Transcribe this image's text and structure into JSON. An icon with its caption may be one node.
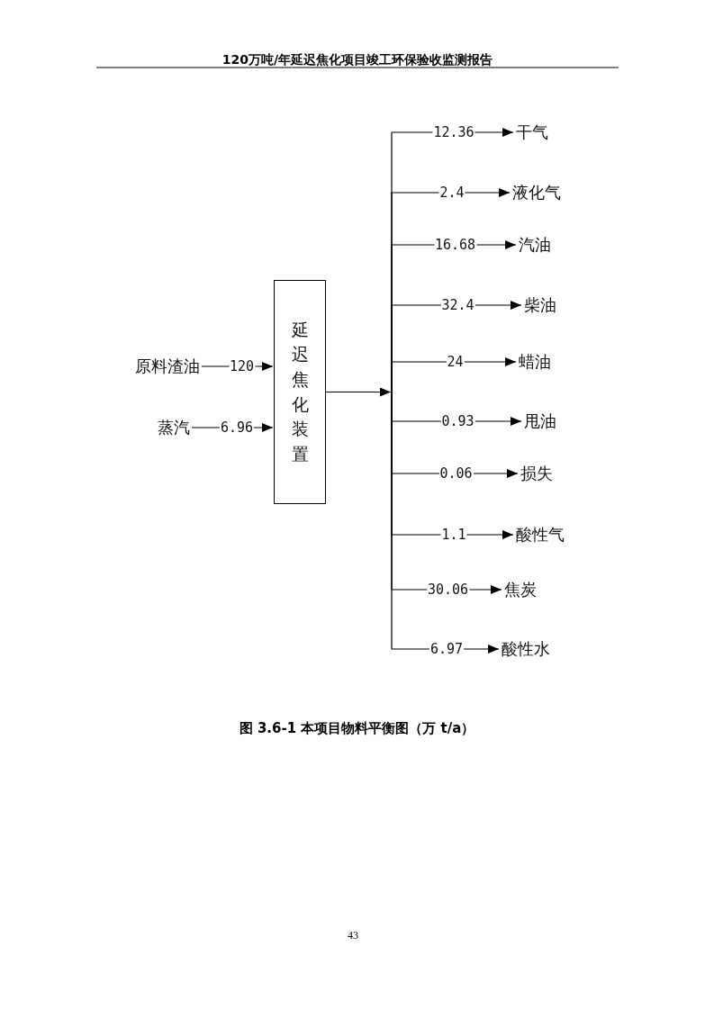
{
  "diagram": {
    "caption": "图 3.6-1 本项目物料平衡图（万 t/a）",
    "nodes": [
      {
        "text": [
          "原料渣油"
        ]
      },
      {
        "text": [
          "蒸汽"
        ]
      },
      {
        "text": [
          "延迟焦化装置"
        ]
      },
      {
        "text": [
          "干气"
        ]
      },
      {
        "text": [
          "液化气"
        ]
      },
      {
        "text": [
          "汽油"
        ]
      },
      {
        "text": [
          "柴油"
        ]
      },
      {
        "text": [
          "蜡油"
        ]
      },
      {
        "text": [
          "甩油"
        ]
      },
      {
        "text": [
          "损失"
        ]
      },
      {
        "text": [
          "酸性气"
        ]
      },
      {
        "text": [
          "焦炭"
        ]
      },
      {
        "text": [
          "酸性水"
        ]
      }
    ],
    "edges": [
      {
        "from": 0,
        "to": 2,
        "arrow": "to",
        "label": "120"
      },
      {
        "from": 1,
        "to": 2,
        "arrow": "to",
        "label": "6.96"
      },
      {
        "from": 2,
        "to": 3,
        "arrow": "to",
        "label": "12.36"
      },
      {
        "from": 2,
        "to": 4,
        "arrow": "to",
        "label": "2.4"
      },
      {
        "from": 2,
        "to": 5,
        "arrow": "to",
        "label": "16.68"
      },
      {
        "from": 2,
        "to": 6,
        "arrow": "to",
        "label": "32.4"
      },
      {
        "from": 2,
        "to": 7,
        "arrow": "to",
        "label": "24"
      },
      {
        "from": 2,
        "to": 8,
        "arrow": "to",
        "label": "0.93"
      },
      {
        "from": 2,
        "to": 9,
        "arrow": "to",
        "label": "0.06"
      },
      {
        "from": 2,
        "to": 10,
        "arrow": "to",
        "label": "1.1"
      },
      {
        "from": 2,
        "to": 11,
        "arrow": "to",
        "label": "30.06"
      },
      {
        "from": 2,
        "to": 12,
        "arrow": "to",
        "label": "6.97"
      }
    ],
    "labels": [
      "120万吨/年延迟焦化项目竣工环保验收监测报告",
      "43"
    ]
  }
}
